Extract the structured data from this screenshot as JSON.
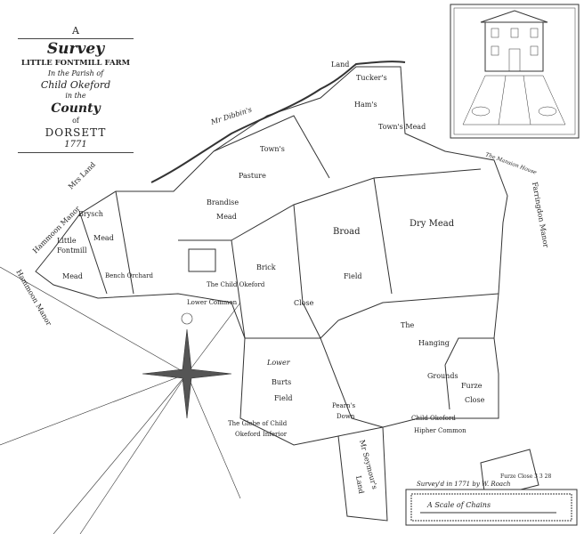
{
  "cartouche": {
    "line1": "A",
    "line2": "Survey",
    "line3": "LITTLE FONTMILL FARM",
    "line4": "In the Parish of",
    "line5": "Child Okeford",
    "line6": "in the",
    "line7": "County",
    "line8": "of",
    "line9": "DORSETT",
    "line10": "1771"
  },
  "labels": {
    "land_top": "Land",
    "tuckers": "Tucker's",
    "hams": "Ham's",
    "dibbins": "Mr Dibbin's",
    "towns": "Town's",
    "towns_mead": "Town's Mead",
    "pasture": "Pasture",
    "mrs_land": "Mrs Land",
    "brandise": "Brandise",
    "mead": "Mead",
    "dry_mead": "Dry Mead",
    "broad": "Broad",
    "field": "Field",
    "brysch": "Brysch",
    "brysch_mead": "Mead",
    "little": "Little",
    "fontmill": "Fontmill",
    "little_mead": "Mead",
    "brick": "Brick",
    "close": "Close",
    "bench_orchard": "Bench Orchard",
    "the_child_okeford": "The Child Okeford",
    "lower_common": "Lower Common",
    "hammoon_manor_1": "Hammoon Manor",
    "hammoon_manor_2": "Hammoon Manor",
    "farringdon_manor": "Farringdon Manor",
    "the": "The",
    "hanging": "Hanging",
    "grounds": "Grounds",
    "furze": "Furze",
    "furze_close": "Close",
    "lower": "Lower",
    "burts": "Burts",
    "burts_field": "Field",
    "pearns": "Pearn's",
    "down": "Down",
    "glebe_1": "The Glebe of Child",
    "glebe_2": "Okeford Inferior",
    "child_okeford": "Child Okeford",
    "hipher_common": "Hipher Common",
    "seymours": "Mr Seymour's",
    "seymour_land": "Land",
    "furze_close_area": "Furze Close 3 3 28",
    "mansion_house": "The Mansion House"
  },
  "footer": {
    "surveyed": "Survey'd in 1771 by W. Roach",
    "scale": "A Scale of Chains"
  }
}
